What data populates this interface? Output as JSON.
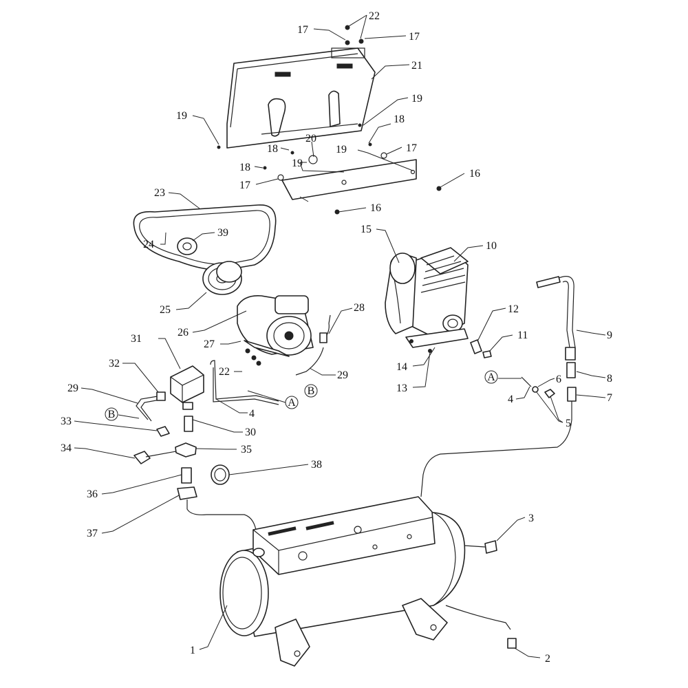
{
  "callouts": [
    {
      "id": "c1",
      "text": "1"
    },
    {
      "id": "c2",
      "text": "2"
    },
    {
      "id": "c3",
      "text": "3"
    },
    {
      "id": "c4a",
      "text": "4"
    },
    {
      "id": "c4b",
      "text": "4"
    },
    {
      "id": "c5",
      "text": "5"
    },
    {
      "id": "c6",
      "text": "6"
    },
    {
      "id": "c7",
      "text": "7"
    },
    {
      "id": "c8",
      "text": "8"
    },
    {
      "id": "c9",
      "text": "9"
    },
    {
      "id": "c10",
      "text": "10"
    },
    {
      "id": "c11",
      "text": "11"
    },
    {
      "id": "c12",
      "text": "12"
    },
    {
      "id": "c13",
      "text": "13"
    },
    {
      "id": "c14",
      "text": "14"
    },
    {
      "id": "c15",
      "text": "15"
    },
    {
      "id": "c16a",
      "text": "16"
    },
    {
      "id": "c16b",
      "text": "16"
    },
    {
      "id": "c17a",
      "text": "17"
    },
    {
      "id": "c17b",
      "text": "17"
    },
    {
      "id": "c17c",
      "text": "17"
    },
    {
      "id": "c17d",
      "text": "17"
    },
    {
      "id": "c18a",
      "text": "18"
    },
    {
      "id": "c18b",
      "text": "18"
    },
    {
      "id": "c18c",
      "text": "18"
    },
    {
      "id": "c19a",
      "text": "19"
    },
    {
      "id": "c19b",
      "text": "19"
    },
    {
      "id": "c19c",
      "text": "19"
    },
    {
      "id": "c19d",
      "text": "19"
    },
    {
      "id": "c20",
      "text": "20"
    },
    {
      "id": "c21",
      "text": "21"
    },
    {
      "id": "c22a",
      "text": "22"
    },
    {
      "id": "c22b",
      "text": "22"
    },
    {
      "id": "c23",
      "text": "23"
    },
    {
      "id": "c24",
      "text": "24"
    },
    {
      "id": "c25",
      "text": "25"
    },
    {
      "id": "c26",
      "text": "26"
    },
    {
      "id": "c27",
      "text": "27"
    },
    {
      "id": "c28",
      "text": "28"
    },
    {
      "id": "c29a",
      "text": "29"
    },
    {
      "id": "c29b",
      "text": "29"
    },
    {
      "id": "c30",
      "text": "30"
    },
    {
      "id": "c31",
      "text": "31"
    },
    {
      "id": "c32",
      "text": "32"
    },
    {
      "id": "c33",
      "text": "33"
    },
    {
      "id": "c34",
      "text": "34"
    },
    {
      "id": "c35",
      "text": "35"
    },
    {
      "id": "c36",
      "text": "36"
    },
    {
      "id": "c37",
      "text": "37"
    },
    {
      "id": "c38",
      "text": "38"
    },
    {
      "id": "c39",
      "text": "39"
    }
  ],
  "connectors": {
    "a_left": "A",
    "a_right": "A",
    "b_left": "B",
    "b_right": "B"
  }
}
